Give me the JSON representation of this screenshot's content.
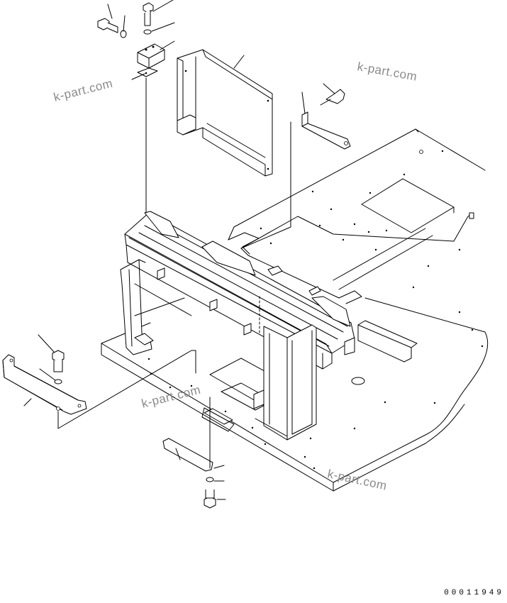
{
  "watermarks": [
    "k-part.com",
    "k-part.com",
    "k-part.com",
    "k-part.com"
  ],
  "drawing_number": "00011949"
}
